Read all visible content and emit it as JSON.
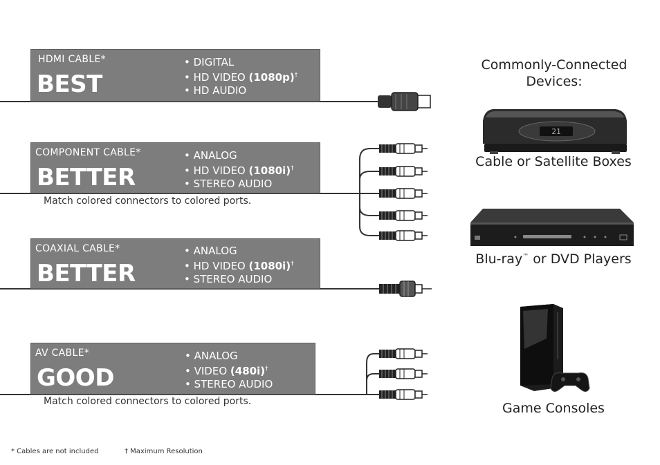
{
  "cables": [
    {
      "type_label": "HDMI CABLE*",
      "rating": "BEST",
      "f1": "DIGITAL",
      "f2_prefix": "HD VIDEO ",
      "f2_bold": "(1080p)",
      "f2_mark": "†",
      "f3": "HD AUDIO",
      "note": ""
    },
    {
      "type_label": "COMPONENT CABLE*",
      "rating": "BETTER",
      "f1": "ANALOG",
      "f2_prefix": "HD VIDEO ",
      "f2_bold": "(1080i)",
      "f2_mark": "†",
      "f3": "STEREO AUDIO",
      "note": "Match colored connectors to colored ports."
    },
    {
      "type_label": "COAXIAL CABLE*",
      "rating": "BETTER",
      "f1": "ANALOG",
      "f2_prefix": "HD VIDEO ",
      "f2_bold": "(1080i)",
      "f2_mark": "†",
      "f3": "STEREO AUDIO",
      "note": ""
    },
    {
      "type_label": "AV CABLE*",
      "rating": "GOOD",
      "f1": "ANALOG",
      "f2_prefix": "VIDEO ",
      "f2_bold": "(480i)",
      "f2_mark": "†",
      "f3": "STEREO AUDIO",
      "note": "Match colored connectors to colored ports."
    }
  ],
  "devices": {
    "heading_line1": "Commonly-Connected",
    "heading_line2": "Devices:",
    "cable_box_label": "Cable or Satellite Boxes",
    "bluray_label_a": "Blu-ray",
    "bluray_tm": "™",
    "bluray_label_b": " or DVD Players",
    "console_label": "Game Consoles",
    "cable_box_display": "21"
  },
  "footnotes": {
    "not_included": "* Cables are not included",
    "max_res": "† Maximum Resolution"
  }
}
